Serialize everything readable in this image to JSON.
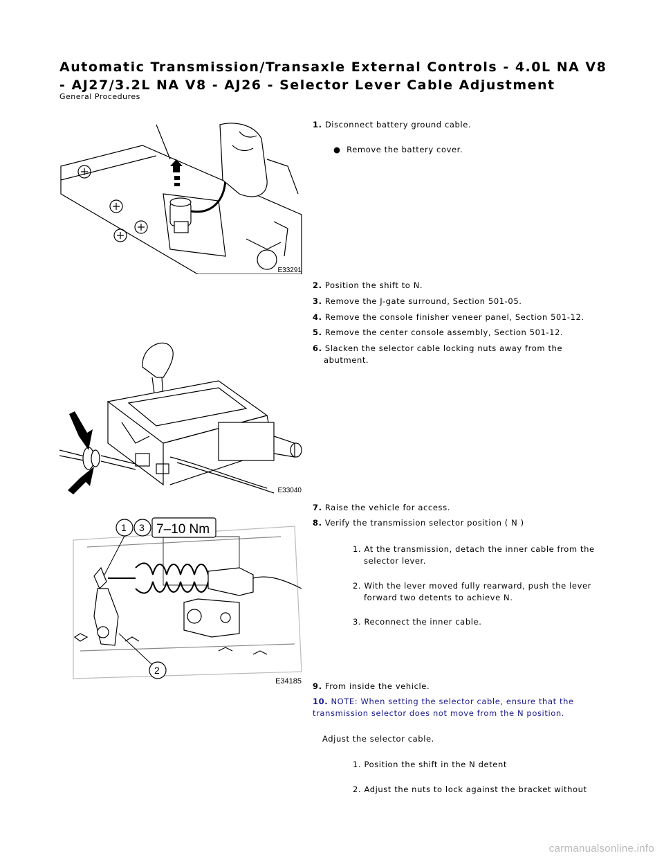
{
  "header": {
    "title": "Automatic Transmission/Transaxle External Controls - 4.0L NA V8 - AJ27/3.2L NA V8 - AJ26 - Selector Lever Cable Adjustment",
    "subtitle": "General Procedures"
  },
  "figures": [
    {
      "code": "E33291"
    },
    {
      "code": "E33040"
    },
    {
      "code": "E34185",
      "callouts": [
        "1",
        "3",
        "2"
      ],
      "torque": "7-10 Nm"
    }
  ],
  "steps": [
    {
      "num": "1.",
      "text": "Disconnect battery ground cable."
    },
    {
      "bullet": "Remove the battery cover."
    },
    {
      "num": "2.",
      "text": "Position the shift to N."
    },
    {
      "num": "3.",
      "text": "Remove the J-gate surround, Section 501-05."
    },
    {
      "num": "4.",
      "text": "Remove the console finisher veneer panel, Section 501-12."
    },
    {
      "num": "5.",
      "text": "Remove the center console assembly, Section 501-12."
    },
    {
      "num": "6.",
      "text": "Slacken the selector cable locking nuts away from the",
      "text2": "abutment."
    },
    {
      "num": "7.",
      "text": "Raise the vehicle for access."
    },
    {
      "num": "8.",
      "text": "Verify the transmission selector position ( N )"
    },
    {
      "num": "9.",
      "text": "From inside the vehicle."
    },
    {
      "num": "10.",
      "text": "NOTE: When setting the selector cable, ensure that the",
      "text2": "transmission selector does not move from the N position."
    }
  ],
  "step8_sub": [
    {
      "n": "1.",
      "line1": "At the transmission, detach the inner cable from the",
      "line2": "selector lever."
    },
    {
      "n": "2.",
      "line1": "With the lever moved fully rearward, push the lever",
      "line2": "forward two detents to achieve N."
    },
    {
      "n": "3.",
      "line1": "Reconnect the inner cable."
    }
  ],
  "step10": {
    "lead": "Adjust the selector cable.",
    "sub": [
      {
        "n": "1.",
        "text": "Position the shift in the N detent"
      },
      {
        "n": "2.",
        "text": "Adjust the nuts to lock against the bracket without"
      }
    ]
  },
  "watermark": "carmanualsonline.info"
}
